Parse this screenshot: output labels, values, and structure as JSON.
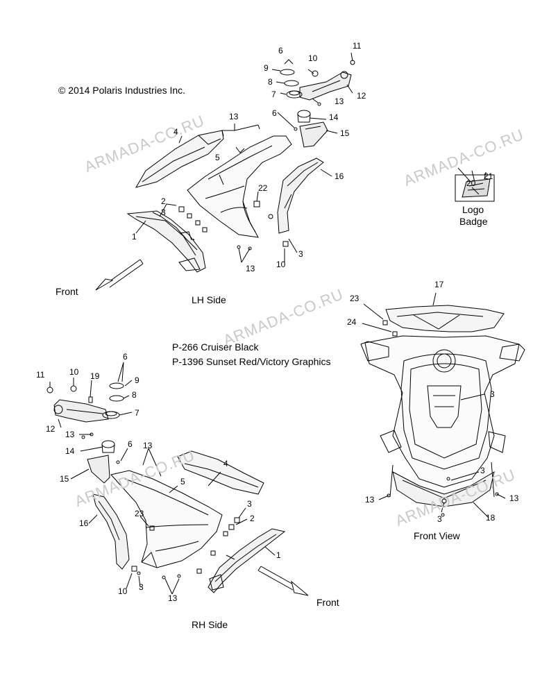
{
  "copyright": "© 2014 Polaris Industries Inc.",
  "labels": {
    "lh_side": "LH Side",
    "rh_side": "RH Side",
    "front_top": "Front",
    "front_bottom": "Front",
    "front_view": "Front View",
    "logo": "Logo",
    "badge": "Badge"
  },
  "variants": [
    "P-266  Cruiser Black",
    "P-1396  Sunset Red/Victory Graphics"
  ],
  "watermark": "ARMADA-CO.RU",
  "callouts": {
    "lh": [
      "6",
      "9",
      "8",
      "7",
      "10",
      "11",
      "12",
      "13",
      "13",
      "6",
      "14",
      "15",
      "4",
      "5",
      "16",
      "22",
      "2",
      "3",
      "1",
      "13",
      "10",
      "3"
    ],
    "badge": [
      "20",
      "21"
    ],
    "rh": [
      "11",
      "10",
      "19",
      "6",
      "9",
      "8",
      "7",
      "12",
      "13",
      "14",
      "6",
      "13",
      "15",
      "4",
      "5",
      "23",
      "16",
      "3",
      "2",
      "1",
      "13",
      "10",
      "3"
    ],
    "front_view": [
      "17",
      "23",
      "24",
      "3",
      "3",
      "13",
      "13",
      "3",
      "18"
    ]
  },
  "colors": {
    "line": "#000000",
    "watermark": "#c9c9c9",
    "fill": "#f2f2f2"
  }
}
